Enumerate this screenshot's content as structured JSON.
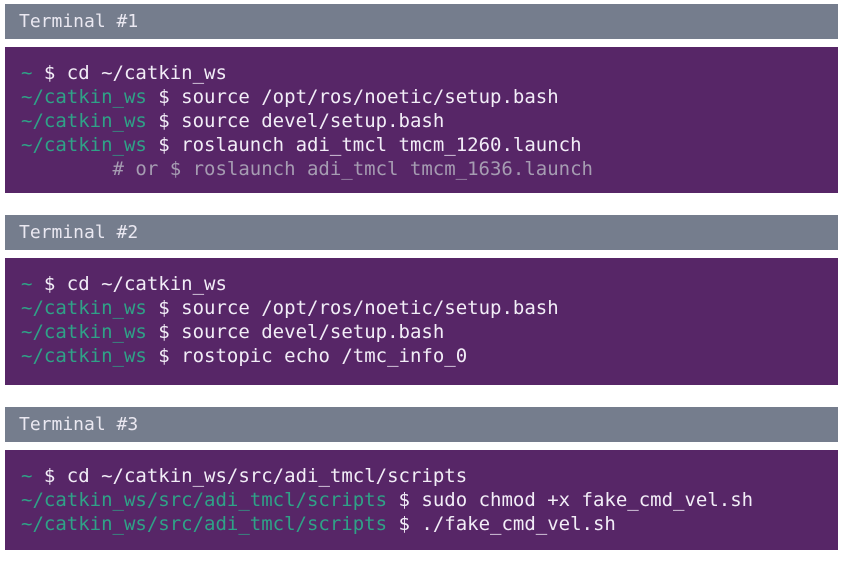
{
  "colors": {
    "header_bg": "#757d8d",
    "header_text": "#eae8f1",
    "terminal_bg": "#572667",
    "prompt_teal": "#2fa287",
    "command_white": "#f2edf7",
    "comment_gray": "#a69cb2",
    "page_bg": "#ffffff"
  },
  "terminals": [
    {
      "title": "Terminal #1",
      "lines": [
        {
          "prompt": "~",
          "command": "$ cd ~/catkin_ws"
        },
        {
          "prompt": "~/catkin_ws",
          "command": "$ source /opt/ros/noetic/setup.bash"
        },
        {
          "prompt": "~/catkin_ws",
          "command": "$ source devel/setup.bash"
        },
        {
          "prompt": "~/catkin_ws",
          "command": "$ roslaunch adi_tmcl tmcm_1260.launch"
        },
        {
          "comment": "        # or $ roslaunch adi_tmcl tmcm_1636.launch"
        }
      ]
    },
    {
      "title": "Terminal #2",
      "lines": [
        {
          "prompt": "~",
          "command": "$ cd ~/catkin_ws"
        },
        {
          "prompt": "~/catkin_ws",
          "command": "$ source /opt/ros/noetic/setup.bash"
        },
        {
          "prompt": "~/catkin_ws",
          "command": "$ source devel/setup.bash"
        },
        {
          "prompt": "~/catkin_ws",
          "command": "$ rostopic echo /tmc_info_0"
        }
      ]
    },
    {
      "title": "Terminal #3",
      "lines": [
        {
          "prompt": "~",
          "command": "$ cd ~/catkin_ws/src/adi_tmcl/scripts"
        },
        {
          "prompt": "~/catkin_ws/src/adi_tmcl/scripts",
          "command": "$ sudo chmod +x fake_cmd_vel.sh"
        },
        {
          "prompt": "~/catkin_ws/src/adi_tmcl/scripts",
          "command": "$ ./fake_cmd_vel.sh"
        }
      ]
    }
  ]
}
